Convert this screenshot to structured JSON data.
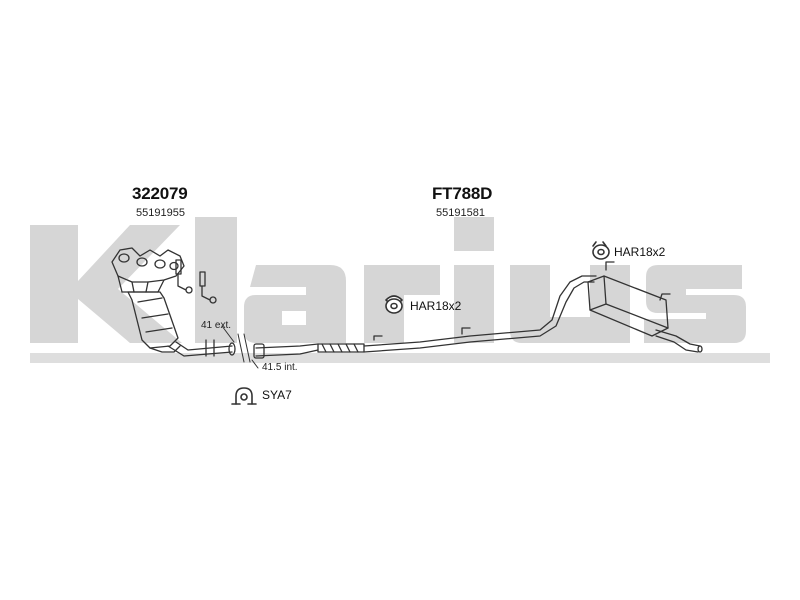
{
  "watermark": {
    "text": "Klarius",
    "color": "#d3d3d3"
  },
  "front_section": {
    "part_number": "322079",
    "oe_number": "55191955"
  },
  "rear_section": {
    "part_number": "FT788D",
    "oe_number": "55191581"
  },
  "hangers": [
    {
      "label": "HAR18x2",
      "icon": "rubber-hanger-icon"
    },
    {
      "label": "HAR18x2",
      "icon": "rubber-hanger-icon"
    }
  ],
  "fitting": {
    "label": "SYA7",
    "icon": "exhaust-clamp-icon"
  },
  "dimensions": {
    "external": "41 ext.",
    "internal": "41.5 int."
  },
  "colors": {
    "line": "#333333",
    "label_text": "#111111"
  }
}
